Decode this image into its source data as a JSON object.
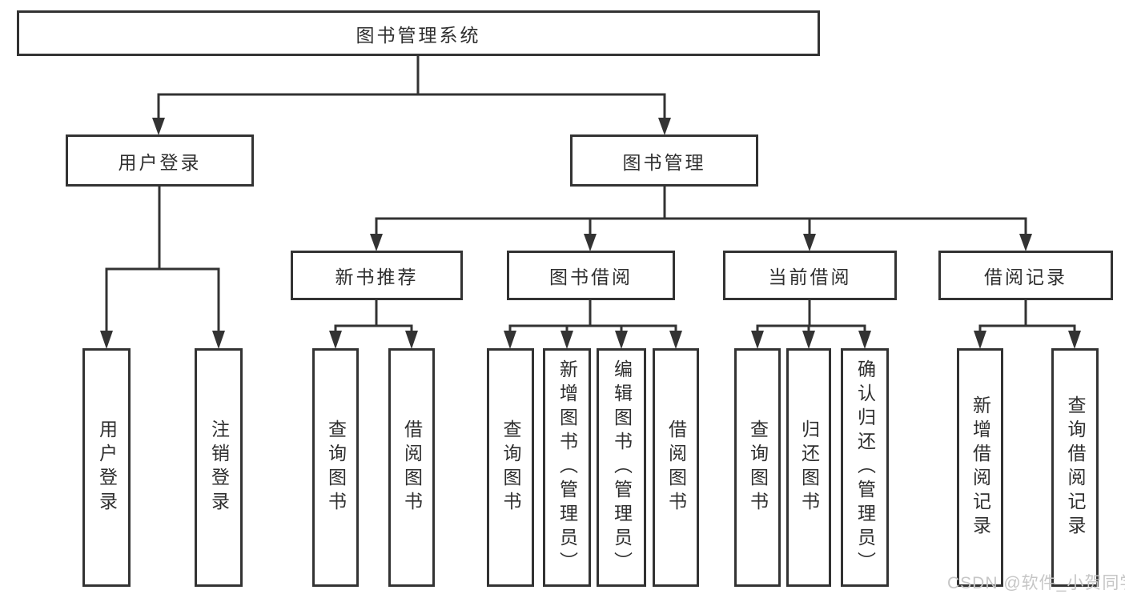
{
  "diagram": {
    "root": {
      "label": "图书管理系统"
    },
    "branches": [
      {
        "label": "用户登录",
        "children": [
          {
            "label": "用户登录"
          },
          {
            "label": "注销登录"
          }
        ]
      },
      {
        "label": "图书管理",
        "children": [
          {
            "label": "新书推荐",
            "children": [
              {
                "label": "查询图书"
              },
              {
                "label": "借阅图书"
              }
            ]
          },
          {
            "label": "图书借阅",
            "children": [
              {
                "label": "查询图书"
              },
              {
                "label": "新增图书（管理员）"
              },
              {
                "label": "编辑图书（管理员）"
              },
              {
                "label": "借阅图书"
              }
            ]
          },
          {
            "label": "当前借阅",
            "children": [
              {
                "label": "查询图书"
              },
              {
                "label": "归还图书"
              },
              {
                "label": "确认归还（管理员）"
              }
            ]
          },
          {
            "label": "借阅记录",
            "children": [
              {
                "label": "新增借阅记录"
              },
              {
                "label": "查询借阅记录"
              }
            ]
          }
        ]
      }
    ]
  },
  "watermark": {
    "label": "CSDN @软件_小贺同学"
  },
  "colors": {
    "line": "#333333",
    "text": "#2f2f2f",
    "background": "#ffffff",
    "watermark": "#c6c6c6"
  }
}
